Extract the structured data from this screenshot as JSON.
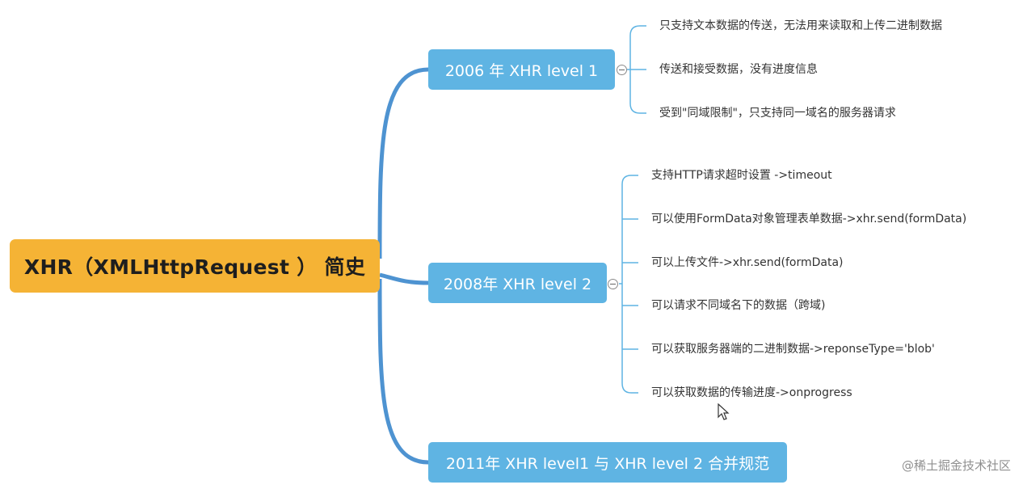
{
  "root": {
    "label": "XHR（XMLHttpRequest ） 简史"
  },
  "branches": [
    {
      "label": "2006 年 XHR level 1",
      "children": [
        "只支持文本数据的传送，无法用来读取和上传二进制数据",
        "传送和接受数据，没有进度信息",
        "受到\"同域限制\"，只支持同一域名的服务器请求"
      ]
    },
    {
      "label": "2008年 XHR level 2",
      "children": [
        "支持HTTP请求超时设置 ->timeout",
        "可以使用FormData对象管理表单数据->xhr.send(formData)",
        "可以上传文件->xhr.send(formData)",
        "可以请求不同域名下的数据（跨域)",
        "可以获取服务器端的二进制数据->reponseType='blob'",
        "可以获取数据的传输进度->onprogress"
      ]
    },
    {
      "label": "2011年 XHR level1 与 XHR level 2 合并规范",
      "children": []
    }
  ],
  "watermark": "@稀土掘金技术社区",
  "colors": {
    "root": "#f5b335",
    "branch": "#5fb4e3",
    "connector": "#4e93d1",
    "bracket": "#5fb4e3"
  }
}
